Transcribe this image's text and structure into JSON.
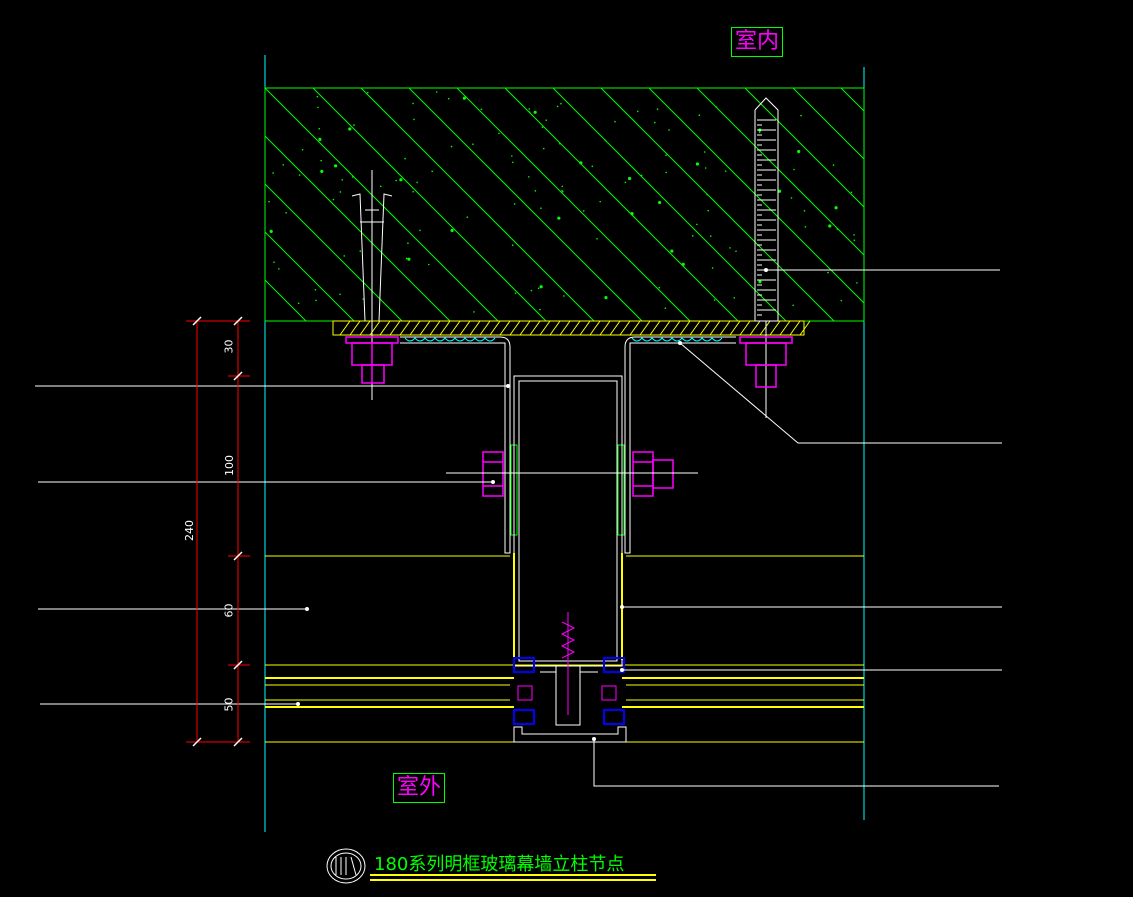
{
  "labels": {
    "indoor": "室内",
    "outdoor": "室外"
  },
  "title": "180系列明框玻璃幕墙立柱节点",
  "dimensions": {
    "d30": "30",
    "d100": "100",
    "d60": "60",
    "d50": "50",
    "d240": "240"
  },
  "colors": {
    "background": "#000000",
    "concrete_hatch": "#00ff00",
    "steel": "#ffffff",
    "anchor": "#ff00ff",
    "glass_line": "#ffff00",
    "gasket": "#0000ff",
    "dimension_line": "#ff0000",
    "axis_line": "#00ffff"
  }
}
